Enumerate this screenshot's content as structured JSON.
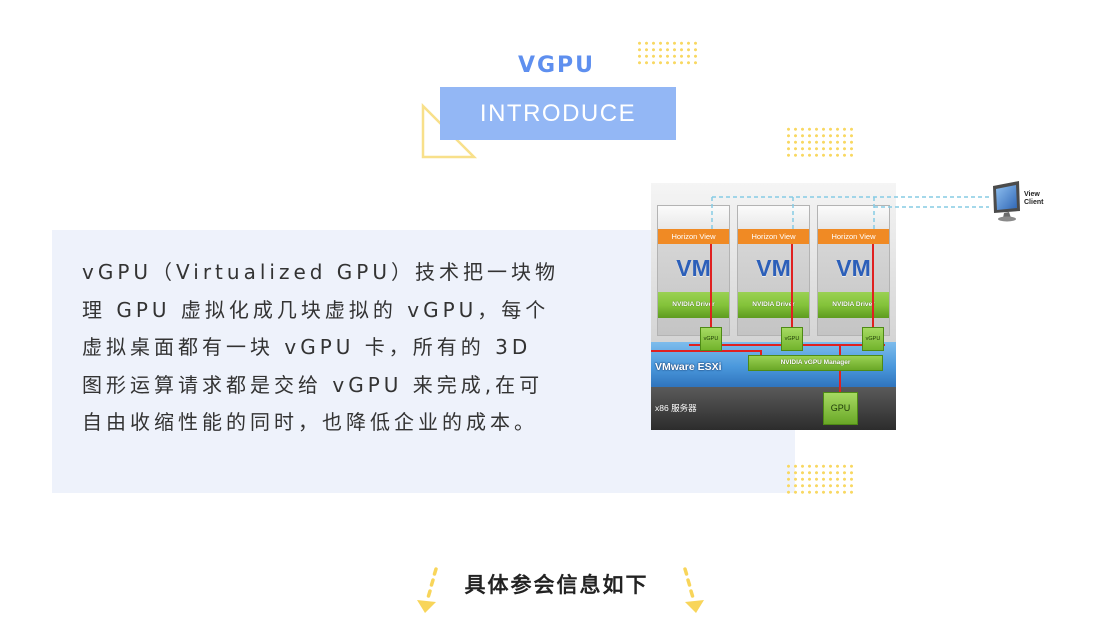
{
  "header": {
    "title": "VGPU",
    "subtitle": "INTRODUCE"
  },
  "intro": {
    "lines": [
      "vGPU（Virtualized GPU）技术把一块物",
      "理 GPU 虚拟化成几块虚拟的 vGPU，每个",
      "虚拟桌面都有一块 vGPU 卡，所有的 3D",
      "图形运算请求都是交给 vGPU 来完成,在可",
      "自由收缩性能的同时，也降低企业的成本。"
    ]
  },
  "diagram": {
    "vms": [
      {
        "session": "Horizon View",
        "label": "VM",
        "driver": "NVIDIA Driver",
        "vgpu": "vGPU"
      },
      {
        "session": "Horizon View",
        "label": "VM",
        "driver": "NVIDIA Driver",
        "vgpu": "vGPU"
      },
      {
        "session": "Horizon View",
        "label": "VM",
        "driver": "NVIDIA Driver",
        "vgpu": "vGPU"
      }
    ],
    "hypervisor": "VMware ESXi",
    "manager": "NVIDIA vGPU Manager",
    "server": "x86 服务器",
    "gpu": "GPU",
    "client": "View Client",
    "client_icon": "monitor-icon"
  },
  "footer": {
    "text": "具体参会信息如下",
    "icon": "down-arrow-icon"
  },
  "colors": {
    "accent_blue": "#5e8fef",
    "badge_blue": "#93b7f5",
    "panel_bg": "#eef2fb",
    "decor_yellow": "#f8d862",
    "text_dark": "#333333",
    "nvidia_green": "#84c33a",
    "horizon_orange": "#f08a24",
    "esxi_blue": "#4a98dc"
  }
}
